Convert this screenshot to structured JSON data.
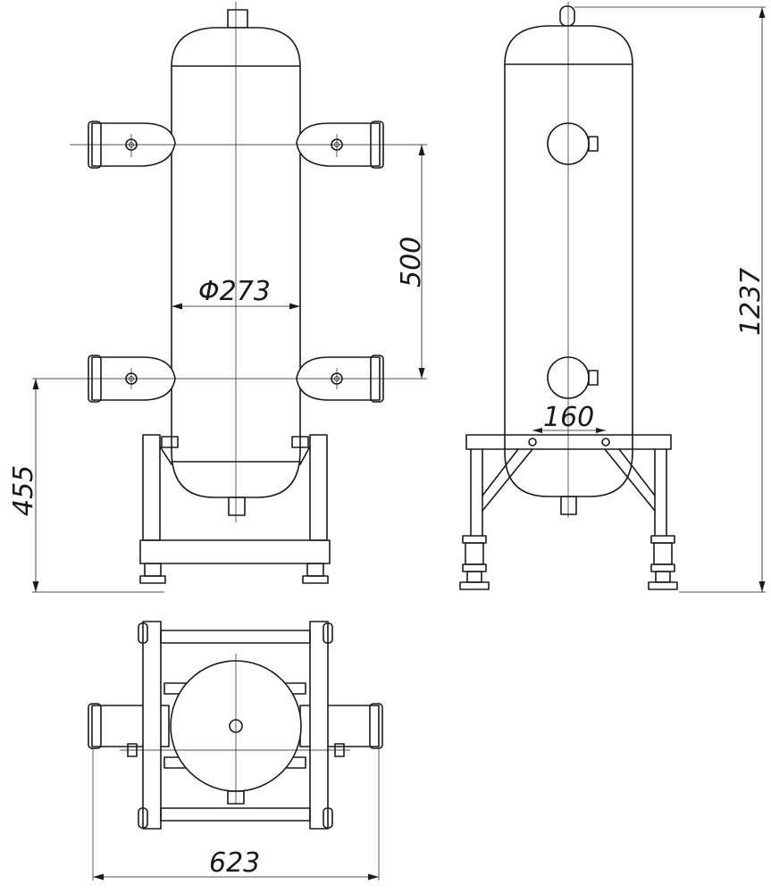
{
  "dimensions": {
    "pipe_spacing": "500",
    "vessel_diameter": "Φ273",
    "nozzle_height": "455",
    "overall_height": "1237",
    "support_spacing": "160",
    "overall_width": "623"
  },
  "colors": {
    "line": "#1a1a1a",
    "background": "#ffffff"
  }
}
